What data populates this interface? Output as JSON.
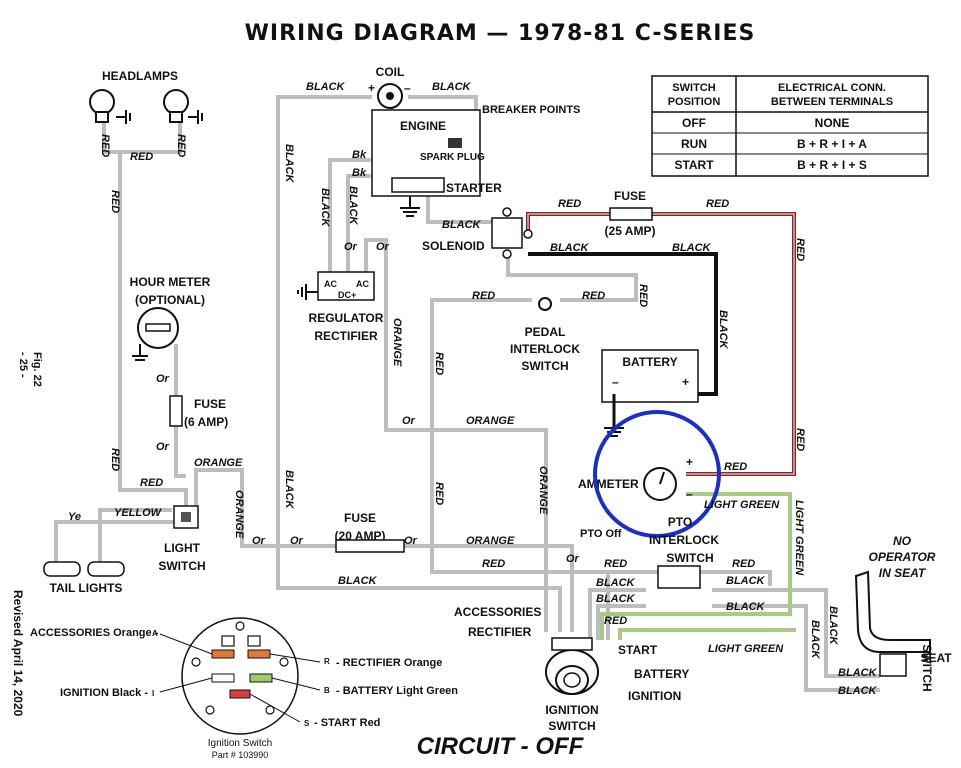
{
  "title": "WIRING DIAGRAM — 1978-81 C-SERIES",
  "footer": "CIRCUIT - OFF",
  "side": {
    "fig": "Fig. 22",
    "page": "- 25 -",
    "revised": "Revised April 14, 2020"
  },
  "table": {
    "headers": [
      "SWITCH POSITION",
      "ELECTRICAL CONN. BETWEEN TERMINALS"
    ],
    "rows": [
      [
        "OFF",
        "NONE"
      ],
      [
        "RUN",
        "B + R + I + A"
      ],
      [
        "START",
        "B + R + I + S"
      ]
    ]
  },
  "components": {
    "headlamps": "HEADLAMPS",
    "coil": "COIL",
    "engine": "ENGINE",
    "breaker_points": "BREAKER POINTS",
    "spark_plug": "SPARK PLUG",
    "starter": "STARTER",
    "solenoid": "SOLENOID",
    "fuse25_a": "FUSE",
    "fuse25_b": "(25 AMP)",
    "hour_meter_a": "HOUR METER",
    "hour_meter_b": "(OPTIONAL)",
    "regulator_a": "REGULATOR",
    "regulator_b": "RECTIFIER",
    "pedal_a": "PEDAL",
    "pedal_b": "INTERLOCK",
    "pedal_c": "SWITCH",
    "battery": "BATTERY",
    "fuse6_a": "FUSE",
    "fuse6_b": "(6 AMP)",
    "ammeter": "AMMETER",
    "pto_a": "PTO",
    "pto_b": "INTERLOCK",
    "pto_c": "SWITCH",
    "pto_off": "PTO Off",
    "light_switch_a": "LIGHT",
    "light_switch_b": "SWITCH",
    "tail_lights": "TAIL LIGHTS",
    "fuse20_a": "FUSE",
    "fuse20_b": "(20 AMP)",
    "no_operator_a": "NO",
    "no_operator_b": "OPERATOR",
    "no_operator_c": "IN SEAT",
    "seat_switch_a": "SEAT",
    "seat_switch_b": "SWITCH",
    "ignition_switch_a": "IGNITION",
    "ignition_switch_b": "SWITCH",
    "accessories": "ACCESSORIES",
    "rectifier": "RECTIFIER",
    "start": "START",
    "battery_term": "BATTERY",
    "ignition": "IGNITION",
    "reg_ac1": "AC",
    "reg_ac2": "AC",
    "reg_dc": "DC+",
    "plus": "+",
    "minus": "–"
  },
  "wire_labels": {
    "black": "BLACK",
    "red": "RED",
    "orange": "ORANGE",
    "yellow": "YELLOW",
    "light_green": "LIGHT GREEN",
    "bk": "Bk",
    "or": "Or",
    "ye": "Ye"
  },
  "inset": {
    "accessories": "ACCESSORIES Orange -",
    "ignition": "IGNITION Black -",
    "rectifier": "- RECTIFIER Orange",
    "battery": "- BATTERY Light Green",
    "start": "- START Red",
    "letter_a": "A",
    "letter_i": "I",
    "letter_r": "R",
    "letter_b": "B",
    "letter_s": "S",
    "name": "Ignition Switch",
    "part": "Part # 103990"
  },
  "colors": {
    "harness": "#bdbdbd",
    "red_wire": "#9c1c1c",
    "black_wire": "#111111",
    "light_green_wire": "#a9c985",
    "highlight_circle": "#1a2fc8",
    "terminal_orange": "#e07a3a",
    "terminal_green": "#9ccc65",
    "terminal_red": "#d84040"
  }
}
